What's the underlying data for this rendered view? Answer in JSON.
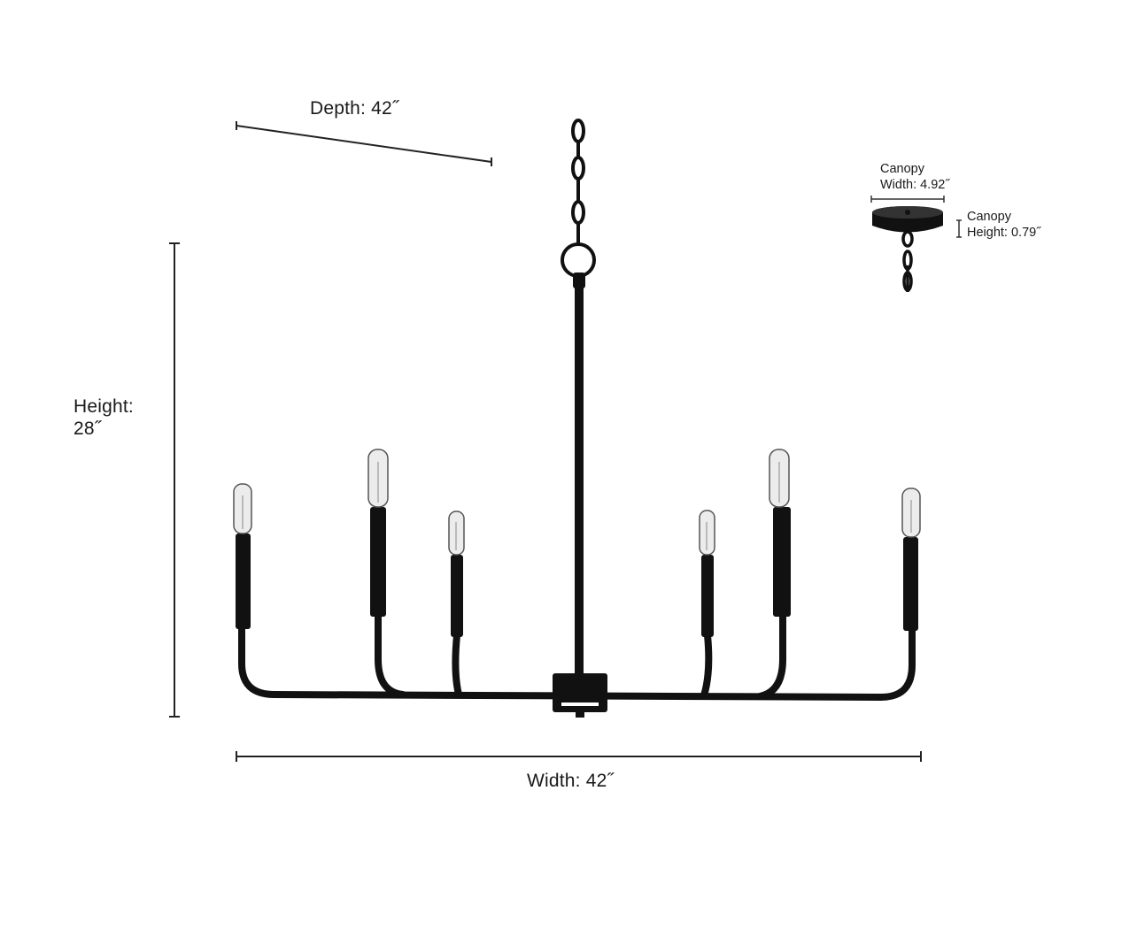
{
  "dimensions": {
    "depth": "Depth: 42˝",
    "width": "Width: 42˝",
    "height_line1": "Height:",
    "height_line2": "28˝",
    "canopy_width_line1": "Canopy",
    "canopy_width_line2": "Width: 4.92˝",
    "canopy_height_line1": "Canopy",
    "canopy_height_line2": "Height: 0.79˝"
  },
  "colors": {
    "fixture": "#111111",
    "dimension_line": "#222222",
    "bulb_glass": "#e9e9e9"
  },
  "product": {
    "light_count": 6
  }
}
